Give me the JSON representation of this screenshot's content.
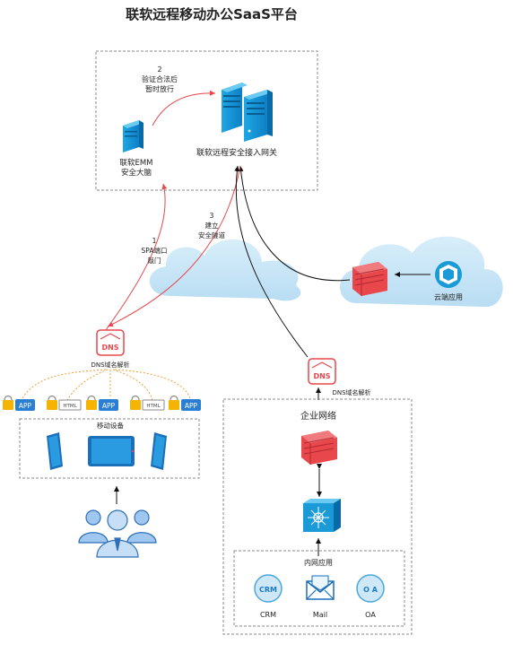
{
  "title": "联软远程移动办公SaaS平台",
  "gateway_box": {
    "step2_num": "2",
    "step2_line1": "验证合法后",
    "step2_line2": "暂时放行",
    "emm_line1": "联软EMM",
    "emm_line2": "安全大脑",
    "gateway_label": "联软远程安全接入网关"
  },
  "tunnel": {
    "step3_num": "3",
    "step3_line1": "建立",
    "step3_line2": "安全隧道",
    "step1_num": "1",
    "step1_line1": "SPA端口",
    "step1_line2": "敲门"
  },
  "cloud_app_label": "云端应用",
  "dns_left_label": "DNS域名解析",
  "dns_right_label": "DNS域名解析",
  "dns_badge_text": "DNS",
  "mobile": {
    "apps": [
      {
        "tag": "APP"
      },
      {
        "tag": "HTML"
      },
      {
        "tag": "APP"
      },
      {
        "tag": "HTML"
      },
      {
        "tag": "APP"
      }
    ],
    "devices_label": "移动设备"
  },
  "enterprise": {
    "network_label": "企业网络",
    "intranet_label": "内网应用",
    "apps": [
      {
        "icon_text": "CRM",
        "label": "CRM"
      },
      {
        "icon_text": "",
        "label": "Mail"
      },
      {
        "icon_text": "O A",
        "label": "OA"
      }
    ]
  },
  "colors": {
    "red": "#e8474c",
    "blue": "#1a9bd8",
    "cloud": "#c4e3f5",
    "app_blue": "#2a7fd4"
  }
}
